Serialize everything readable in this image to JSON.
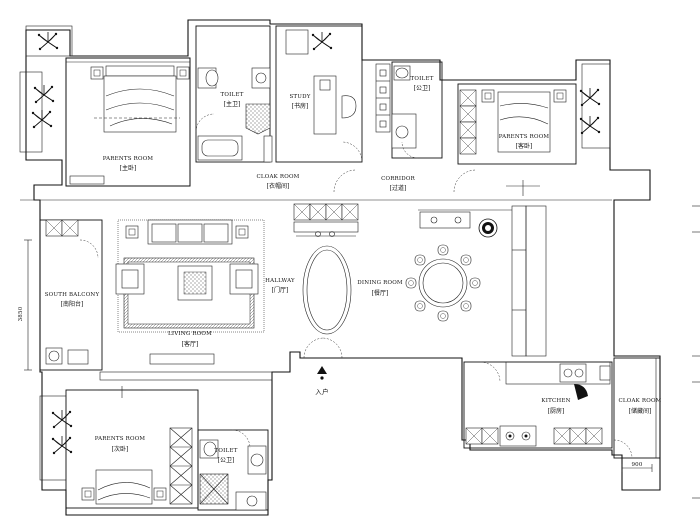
{
  "plan": {
    "rooms": [
      {
        "id": "master-bed",
        "en": "PARENTS ROOM",
        "cn": "[主卧]"
      },
      {
        "id": "toilet-master",
        "en": "TOILET",
        "cn": "[主卫]"
      },
      {
        "id": "study",
        "en": "STUDY",
        "cn": "[书房]"
      },
      {
        "id": "toilet-public-top",
        "en": "TOILET",
        "cn": "[公卫]"
      },
      {
        "id": "guest-bed",
        "en": "PARENTS ROOM",
        "cn": "[客卧]"
      },
      {
        "id": "cloak-room-top",
        "en": "CLOAK ROOM",
        "cn": "[衣帽间]"
      },
      {
        "id": "corridor",
        "en": "CORRIDOR",
        "cn": "[过道]"
      },
      {
        "id": "south-balcony",
        "en": "SOUTH BALCONY",
        "cn": "[南阳台]"
      },
      {
        "id": "living",
        "en": "LIVING ROOM",
        "cn": "[客厅]"
      },
      {
        "id": "hallway",
        "en": "HALLWAY",
        "cn": "[门厅]"
      },
      {
        "id": "dining",
        "en": "DINING ROOM",
        "cn": "[餐厅]"
      },
      {
        "id": "kitchen",
        "en": "KITCHEN",
        "cn": "[厨房]"
      },
      {
        "id": "cloak-room-right",
        "en": "CLOAK ROOM",
        "cn": "[储藏间]"
      },
      {
        "id": "second-bed",
        "en": "PARENTS ROOM",
        "cn": "[次卧]"
      },
      {
        "id": "toilet-public-bottom",
        "en": "TOILET",
        "cn": "[公卫]"
      }
    ],
    "entrance": "入户",
    "dimensions": {
      "left": "3850",
      "right": "900"
    }
  }
}
